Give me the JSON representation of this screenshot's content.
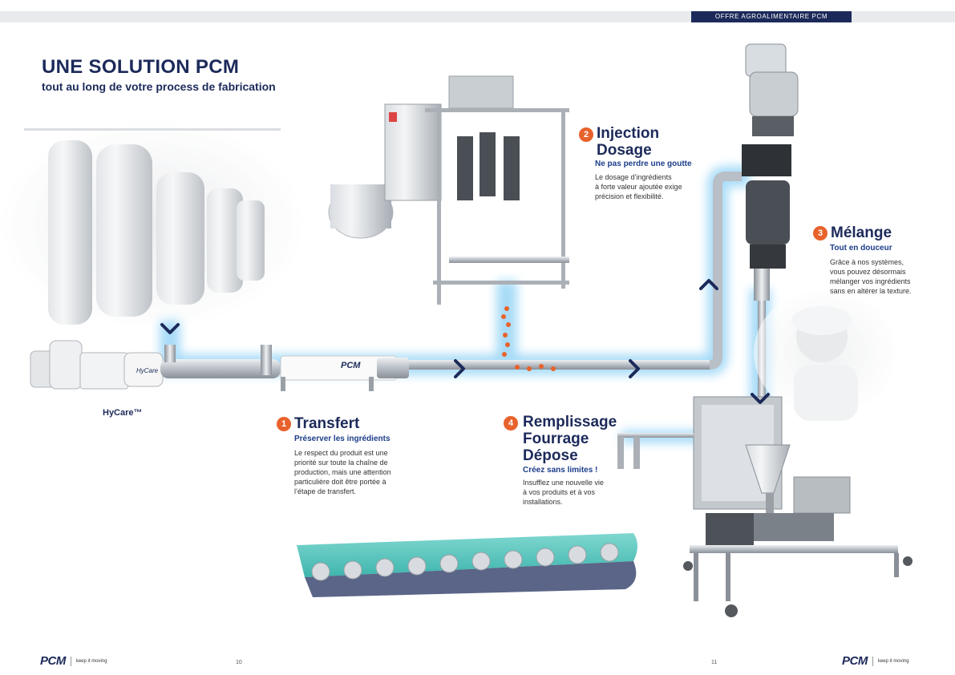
{
  "header": {
    "tag": "OFFRE AGROALIMENTAIRE PCM"
  },
  "title": "UNE SOLUTION PCM",
  "subtitle": "tout au long de votre process de fabrication",
  "pump_label": "HyCare™",
  "pump_brand": "PCM",
  "steps": [
    {
      "number": "1",
      "title_lines": [
        "Transfert"
      ],
      "subtitle": "Préserver les ingrédients",
      "body_lines": [
        "Le respect du produit est une",
        "priorité sur toute la chaîne de",
        "production, mais une attention",
        "particulière doit être portée à",
        "l’étape de transfert."
      ]
    },
    {
      "number": "2",
      "title_lines": [
        "Injection",
        "Dosage"
      ],
      "subtitle": "Ne pas perdre une goutte",
      "body_lines": [
        "Le dosage d’ingrédients",
        "à forte valeur ajoutée exige",
        "précision et flexibilité."
      ]
    },
    {
      "number": "3",
      "title_lines": [
        "Mélange"
      ],
      "subtitle": "Tout en douceur",
      "body_lines": [
        "Grâce à nos systèmes,",
        "vous pouvez désormais",
        "mélanger vos ingrédients",
        "sans en altérer la texture."
      ]
    },
    {
      "number": "4",
      "title_lines": [
        "Remplissage",
        "Fourrage",
        "Dépose"
      ],
      "subtitle": "Créez sans limites !",
      "body_lines": [
        "Insufflez une nouvelle vie",
        "à vos produits et à vos",
        "installations."
      ]
    }
  ],
  "footer": {
    "left_logo": "PCM",
    "left_tagline": "keep it moving",
    "left_page": "10",
    "right_page": "11",
    "right_logo": "PCM",
    "right_tagline": "keep it moving"
  },
  "colors": {
    "navy": "#1c2a5a",
    "accent": "#e8622c",
    "glow": "#8fd0f5",
    "steel": "#b9bfc6"
  }
}
